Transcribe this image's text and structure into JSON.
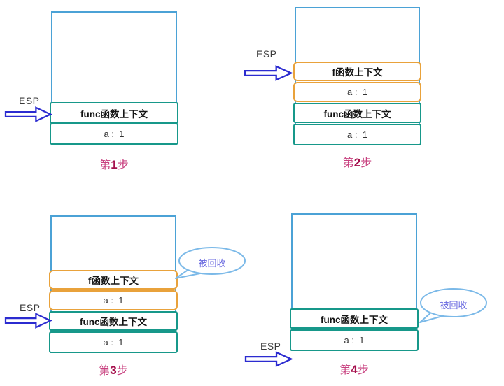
{
  "diagram": {
    "subject": "execution-context-stack-steps",
    "steps": [
      {
        "esp_label": "ESP",
        "caption": {
          "prefix": "第",
          "number": "1",
          "suffix": "步"
        },
        "stack": [
          {
            "label": "func函数上下文",
            "frame": "teal",
            "bold": true
          },
          {
            "label": "a :  1",
            "frame": "teal",
            "bold": false
          }
        ],
        "bubble_label": null
      },
      {
        "esp_label": "ESP",
        "caption": {
          "prefix": "第",
          "number": "2",
          "suffix": "步"
        },
        "stack": [
          {
            "label": "f函数上下文",
            "frame": "orange",
            "bold": true
          },
          {
            "label": "a :  1",
            "frame": "orange",
            "bold": false
          },
          {
            "label": "func函数上下文",
            "frame": "teal",
            "bold": true
          },
          {
            "label": "a :  1",
            "frame": "teal",
            "bold": false
          }
        ],
        "bubble_label": null
      },
      {
        "esp_label": "ESP",
        "caption": {
          "prefix": "第",
          "number": "3",
          "suffix": "步"
        },
        "stack": [
          {
            "label": "f函数上下文",
            "frame": "orange",
            "bold": true
          },
          {
            "label": "a :  1",
            "frame": "orange",
            "bold": false
          },
          {
            "label": "func函数上下文",
            "frame": "teal",
            "bold": true
          },
          {
            "label": "a :  1",
            "frame": "teal",
            "bold": false
          }
        ],
        "bubble_label": "被回收"
      },
      {
        "esp_label": "ESP",
        "caption": {
          "prefix": "第",
          "number": "4",
          "suffix": "步"
        },
        "stack": [
          {
            "label": "func函数上下文",
            "frame": "teal",
            "bold": true
          },
          {
            "label": "a :  1",
            "frame": "teal",
            "bold": false
          }
        ],
        "bubble_label": "被回收"
      }
    ],
    "colors": {
      "stack_box_border": "#4BA2D6",
      "teal_frame_border": "#17988A",
      "orange_frame_border": "#E9A23B",
      "esp_arrow": "#2B2BD0",
      "bubble_border": "#7BB9E8",
      "bubble_text": "#6A6AE0",
      "caption_text": "#C8407F",
      "caption_number": "#A50F4C"
    }
  }
}
